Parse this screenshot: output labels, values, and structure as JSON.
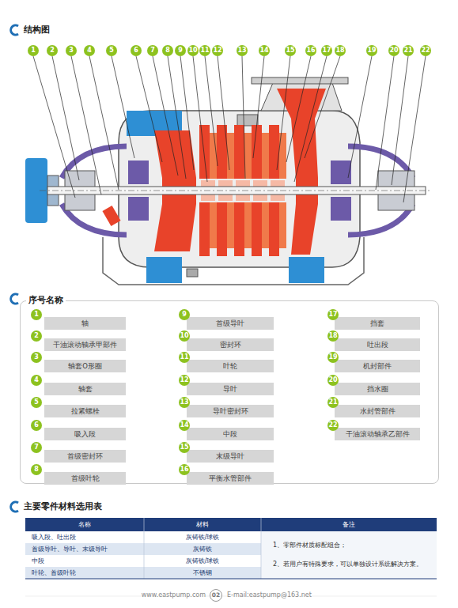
{
  "diagram": {
    "nodes": [
      {
        "text": [
          "序号名称"
        ]
      },
      {
        "text": [
          "1",
          "轴"
        ],
        "in": 0
      },
      {
        "text": [
          "2",
          "干油滚动轴承甲部件"
        ],
        "in": 0
      },
      {
        "text": [
          "3",
          "轴套O形圈"
        ],
        "in": 0
      },
      {
        "text": [
          "4",
          "轴套"
        ],
        "in": 0
      },
      {
        "text": [
          "5",
          "拉紧螺栓"
        ],
        "in": 0
      },
      {
        "text": [
          "6",
          "吸入段"
        ],
        "in": 0
      },
      {
        "text": [
          "7",
          "首级密封环"
        ],
        "in": 0
      },
      {
        "text": [
          "8",
          "首级叶轮"
        ],
        "in": 0
      },
      {
        "text": [
          "9",
          "首级导叶"
        ],
        "in": 0
      },
      {
        "text": [
          "10",
          "密封环"
        ],
        "in": 0
      },
      {
        "text": [
          "11",
          "叶轮"
        ],
        "in": 0
      },
      {
        "text": [
          "12",
          "导叶"
        ],
        "in": 0
      },
      {
        "text": [
          "13",
          "导叶密封环"
        ],
        "in": 0
      },
      {
        "text": [
          "14",
          "中段"
        ],
        "in": 0
      },
      {
        "text": [
          "15",
          "末级导叶"
        ],
        "in": 0
      },
      {
        "text": [
          "16",
          "平衡水管部件"
        ],
        "in": 0
      },
      {
        "text": [
          "17",
          "挡套"
        ],
        "in": 0
      },
      {
        "text": [
          "18",
          "吐出段"
        ],
        "in": 0
      },
      {
        "text": [
          "19",
          "机封部件"
        ],
        "in": 0
      },
      {
        "text": [
          "20",
          "挡水圈"
        ],
        "in": 0
      },
      {
        "text": [
          "21",
          "水封管部件"
        ],
        "in": 0
      },
      {
        "text": [
          "22",
          "干油滚动轴承乙部件"
        ],
        "in": 0
      }
    ],
    "labels": [
      "结构图",
      "1",
      "2",
      "3",
      "4",
      "5",
      "6",
      "7",
      "8",
      "9",
      "10",
      "11",
      "12",
      "13",
      "14",
      "15",
      "16",
      "17",
      "18",
      "19",
      "20",
      "21",
      "22",
      "主要零件材料选用表",
      "名称",
      "材料",
      "备注",
      "吸入段、吐出段",
      "灰铸铁/球铁",
      "首级导叶、导叶、末级导叶",
      "灰铸铁",
      "中段",
      "灰铸铁/球铁",
      "叶轮、首级叶轮",
      "不锈钢",
      "1、零部件材质标配组合；",
      "2、若用户有特殊要求，可以单独设计系统解决方案。",
      "www.eastpump.com",
      "02",
      "E-mail:eastpump@163.net"
    ]
  }
}
